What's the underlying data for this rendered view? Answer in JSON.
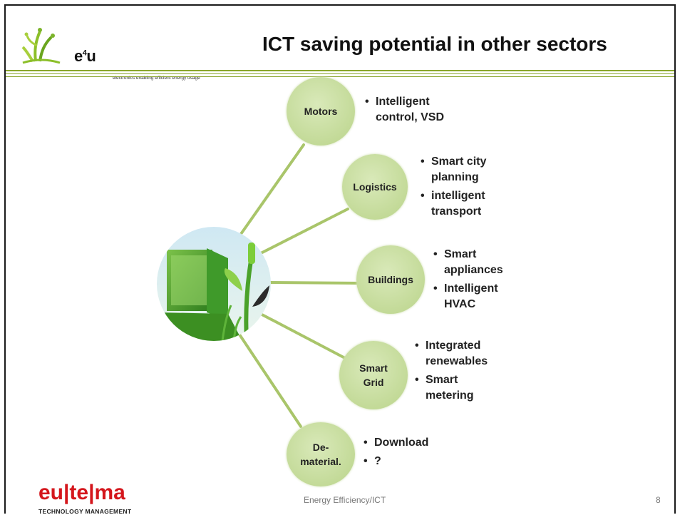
{
  "header": {
    "brand": "e",
    "brand_sup": "4",
    "brand_tail": "u",
    "tagline": "electronics enabling efficient energy usage",
    "title": "ICT saving potential in other sectors"
  },
  "nodes": [
    {
      "label": "Motors",
      "bullets": [
        "Intelligent control, VSD"
      ]
    },
    {
      "label": "Logistics",
      "bullets": [
        "Smart city planning",
        "intelligent transport"
      ]
    },
    {
      "label": "Buildings",
      "bullets": [
        "Smart appliances",
        "Intelligent HVAC"
      ]
    },
    {
      "label": "Smart Grid",
      "bullets": [
        "Integrated renewables",
        "Smart metering"
      ]
    },
    {
      "label": "De-material.",
      "bullets": [
        "Download",
        "?"
      ]
    }
  ],
  "footer": {
    "text": "Energy Efficiency/ICT",
    "page_number": "8",
    "company": "eu|te|ma",
    "company_sub": "TECHNOLOGY MANAGEMENT"
  },
  "colors": {
    "accent": "#8aa62c",
    "node_fill": "#c8dd9e",
    "connector": "#a9c56a",
    "company_red": "#d4161c"
  }
}
